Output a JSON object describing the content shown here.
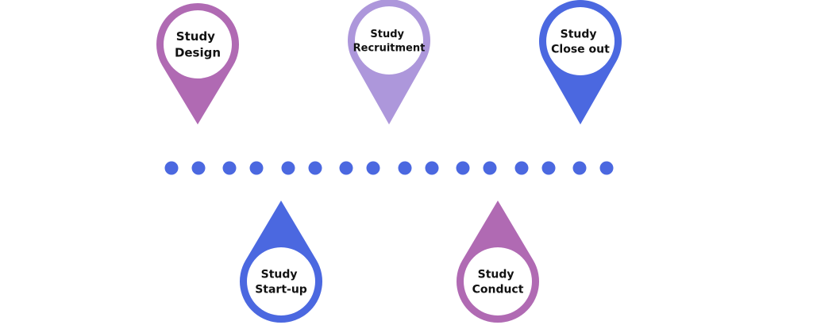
{
  "diagram": {
    "colors": {
      "magenta": "#B06AB3",
      "lavender": "#AD97DB",
      "blue": "#4B68E0",
      "dot": "#4B68E0",
      "inner": "#FFFFFF",
      "text": "#111111"
    },
    "pins": [
      {
        "id": "design",
        "line1": "Study",
        "line2": "Design",
        "color_key": "magenta",
        "direction": "down"
      },
      {
        "id": "recruitment",
        "line1": "Study",
        "line2": "Recruitment",
        "color_key": "lavender",
        "direction": "down"
      },
      {
        "id": "close-out",
        "line1": "Study",
        "line2": "Close out",
        "color_key": "blue",
        "direction": "down"
      },
      {
        "id": "start-up",
        "line1": "Study",
        "line2": "Start-up",
        "color_key": "blue",
        "direction": "up"
      },
      {
        "id": "conduct",
        "line1": "Study",
        "line2": "Conduct",
        "color_key": "magenta",
        "direction": "up"
      }
    ]
  }
}
